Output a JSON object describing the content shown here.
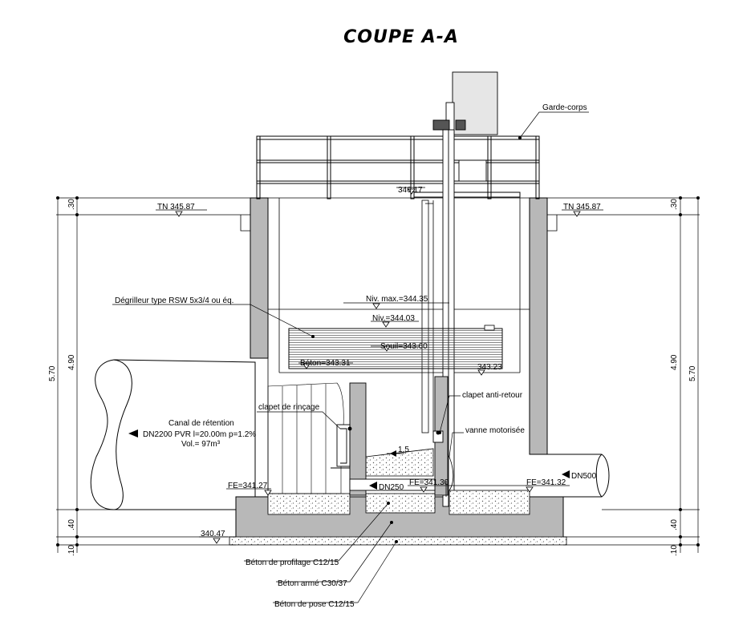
{
  "title": "COUPE A-A",
  "labels": {
    "garde_corps": "Garde-corps",
    "tn_left": "TN 345.87",
    "tn_right": "TN 345.87",
    "top_level": "346.17",
    "degrilleur": "Dégrilleur type RSW 5x3/4 ou éq.",
    "niv_max": "Niv. max.=344.35",
    "niv": "Niv.=344.03",
    "seuil": "Seuil=343.60",
    "beton_level": "Béton=343.31",
    "level_34323": "343.23",
    "clapet_rincage": "clapet de rinçage",
    "clapet_anti_retour": "clapet anti-retour",
    "canal_line1": "Canal de rétention",
    "canal_line2": "DN2200 PVR l=20.00m p=1.2%",
    "canal_line3": "Vol.= 97m³",
    "vanne": "vanne motorisée",
    "slope": "1.5",
    "dn250": "DN250",
    "dn500": "DN500",
    "fe_left": "FE=341.27",
    "fe_mid": "FE=341.30",
    "fe_right": "FE=341.32",
    "bottom_level": "340.47",
    "beton_profilage": "Béton de profilage C12/15",
    "beton_arme": "Béton armé C30/37",
    "beton_pose": "Béton de pose C12/15"
  },
  "dimensions": {
    "left_30": ".30",
    "left_490": "4.90",
    "left_570": "5.70",
    "left_40": ".40",
    "left_10": ".10",
    "right_30": ".30",
    "right_490": "4.90",
    "right_570": "5.70",
    "right_40": ".40",
    "right_10": ".10"
  }
}
